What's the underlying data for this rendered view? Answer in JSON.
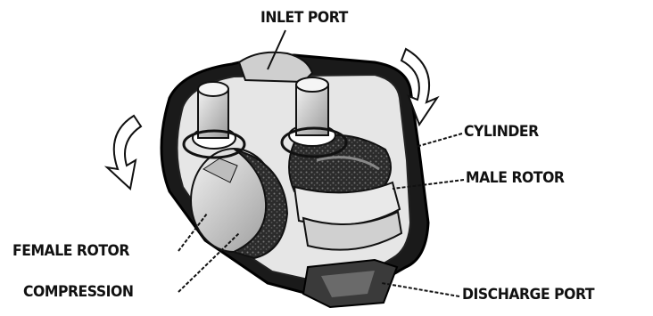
{
  "diagram": {
    "labels": {
      "inlet_port": "INLET PORT",
      "cylinder": "CYLINDER",
      "male_rotor": "MALE ROTOR",
      "female_rotor": "FEMALE ROTOR",
      "compression": "COMPRESSION",
      "discharge_port": "DISCHARGE PORT"
    },
    "colors": {
      "ink": "#111111",
      "housing": "#1a1a1a",
      "metal": "#d8d8d8",
      "foam": "#2a2a2a"
    }
  }
}
